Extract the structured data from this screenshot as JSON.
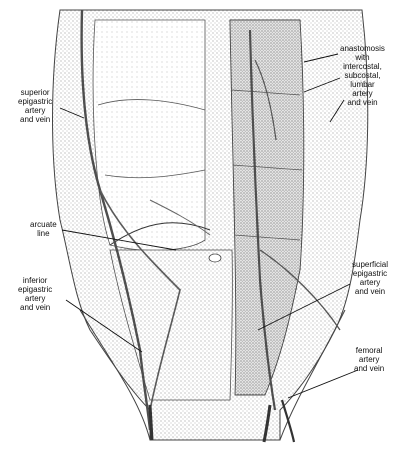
{
  "figure": {
    "labels": {
      "superior_epigastric": [
        "superior",
        "epigastric",
        "artery",
        "and vein"
      ],
      "arcuate_line": [
        "arcuate",
        "line"
      ],
      "inferior_epigastric": [
        "inferior",
        "epigastric",
        "artery",
        "and vein"
      ],
      "anastomosis": [
        "anastomosis",
        "with",
        "intercostal,",
        "subcostal,",
        "lumbar",
        "artery",
        "and vein"
      ],
      "superficial_epigastric": [
        "superficial",
        "epigastric",
        "artery",
        "and vein"
      ],
      "femoral": [
        "femoral",
        "artery",
        "and vein"
      ]
    },
    "colors": {
      "ink": "#1a1a1a",
      "stipple": "#8a8a8a",
      "vessel": "#5e5e5e"
    }
  }
}
